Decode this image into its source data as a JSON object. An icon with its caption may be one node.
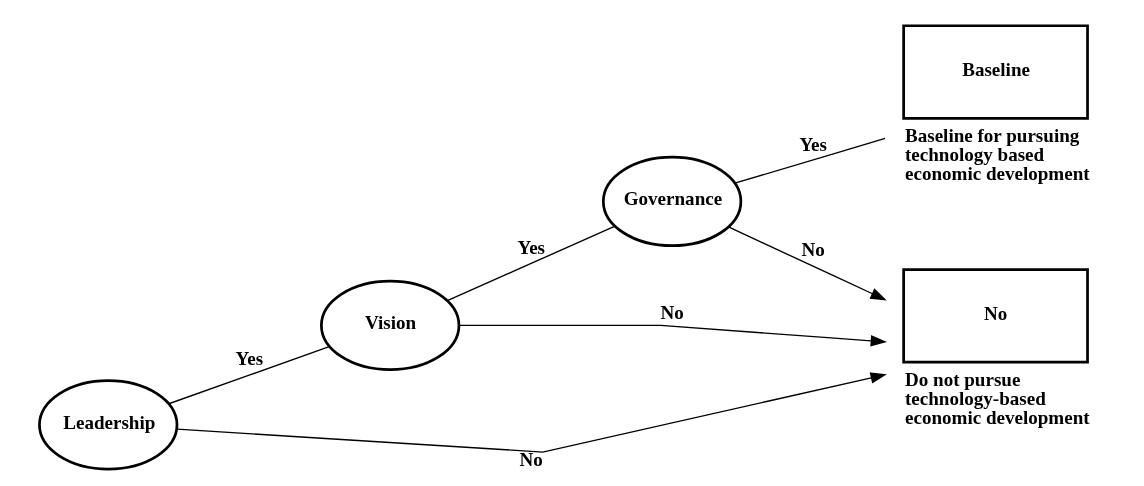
{
  "diagram": {
    "nodes": [
      {
        "text": [
          "Leadership"
        ]
      },
      {
        "text": [
          "Vision"
        ]
      },
      {
        "text": [
          "Governance"
        ]
      },
      {
        "text": [
          "No"
        ],
        "beside": [
          "Do not pursue technology-based economic development"
        ]
      },
      {
        "text": [
          "Baseline"
        ],
        "beside": [
          "Baseline for pursuing technology based economic development"
        ]
      }
    ],
    "edges": [
      {
        "from": 0,
        "to": 3,
        "arrow": "to",
        "label": "No"
      },
      {
        "from": 0,
        "to": 1,
        "arrow": "none",
        "label": "Yes"
      },
      {
        "from": 1,
        "to": 3,
        "arrow": "to",
        "label": "No"
      },
      {
        "from": 1,
        "to": 2,
        "arrow": "none",
        "label": "Yes"
      },
      {
        "from": 2,
        "to": 3,
        "arrow": "to",
        "label": "No"
      },
      {
        "from": 2,
        "to": 4,
        "arrow": "none",
        "label": "Yes"
      }
    ]
  }
}
